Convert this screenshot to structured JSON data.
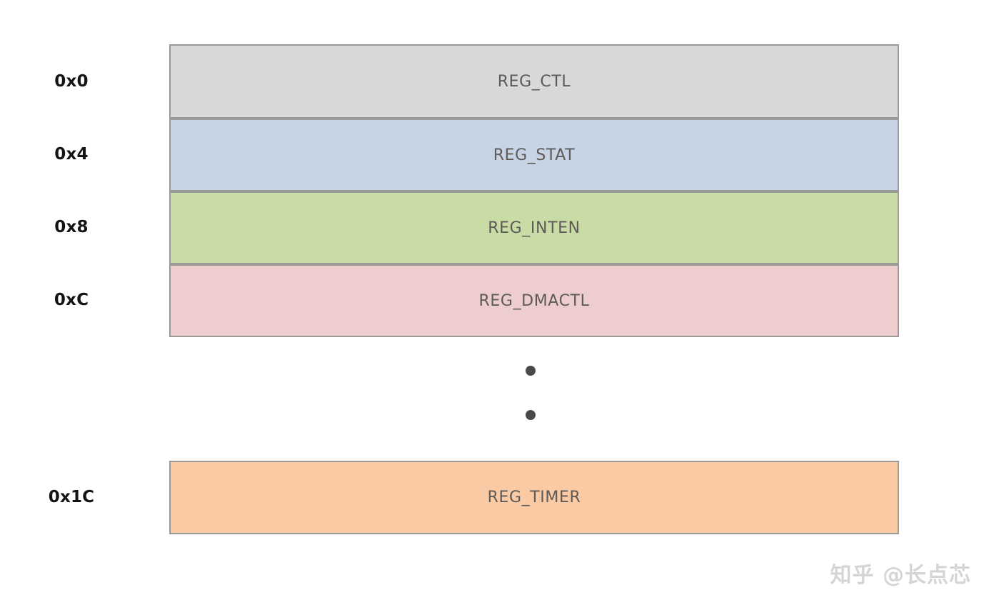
{
  "diagram": {
    "type": "register-memory-map",
    "background_color": "#ffffff",
    "block_border_color": "#9a9a96",
    "registers": [
      {
        "address": "0x0",
        "name": "REG_CTL",
        "color": "#d8d8d8"
      },
      {
        "address": "0x4",
        "name": "REG_STAT",
        "color": "#c6d4e6"
      },
      {
        "address": "0x8",
        "name": "REG_INTEN",
        "color": "#c9dca6"
      },
      {
        "address": "0xC",
        "name": "REG_DMACTL",
        "color": "#eecdce"
      },
      {
        "address": "0x1C",
        "name": "REG_TIMER",
        "color": "#f9caa4"
      }
    ],
    "continuation": {
      "symbol": "vertical-ellipsis",
      "dot_count": 2,
      "dot_color": "#4a4a4a"
    }
  },
  "watermark": {
    "text": "知乎 @长点芯",
    "color": "#d5d5d5"
  }
}
